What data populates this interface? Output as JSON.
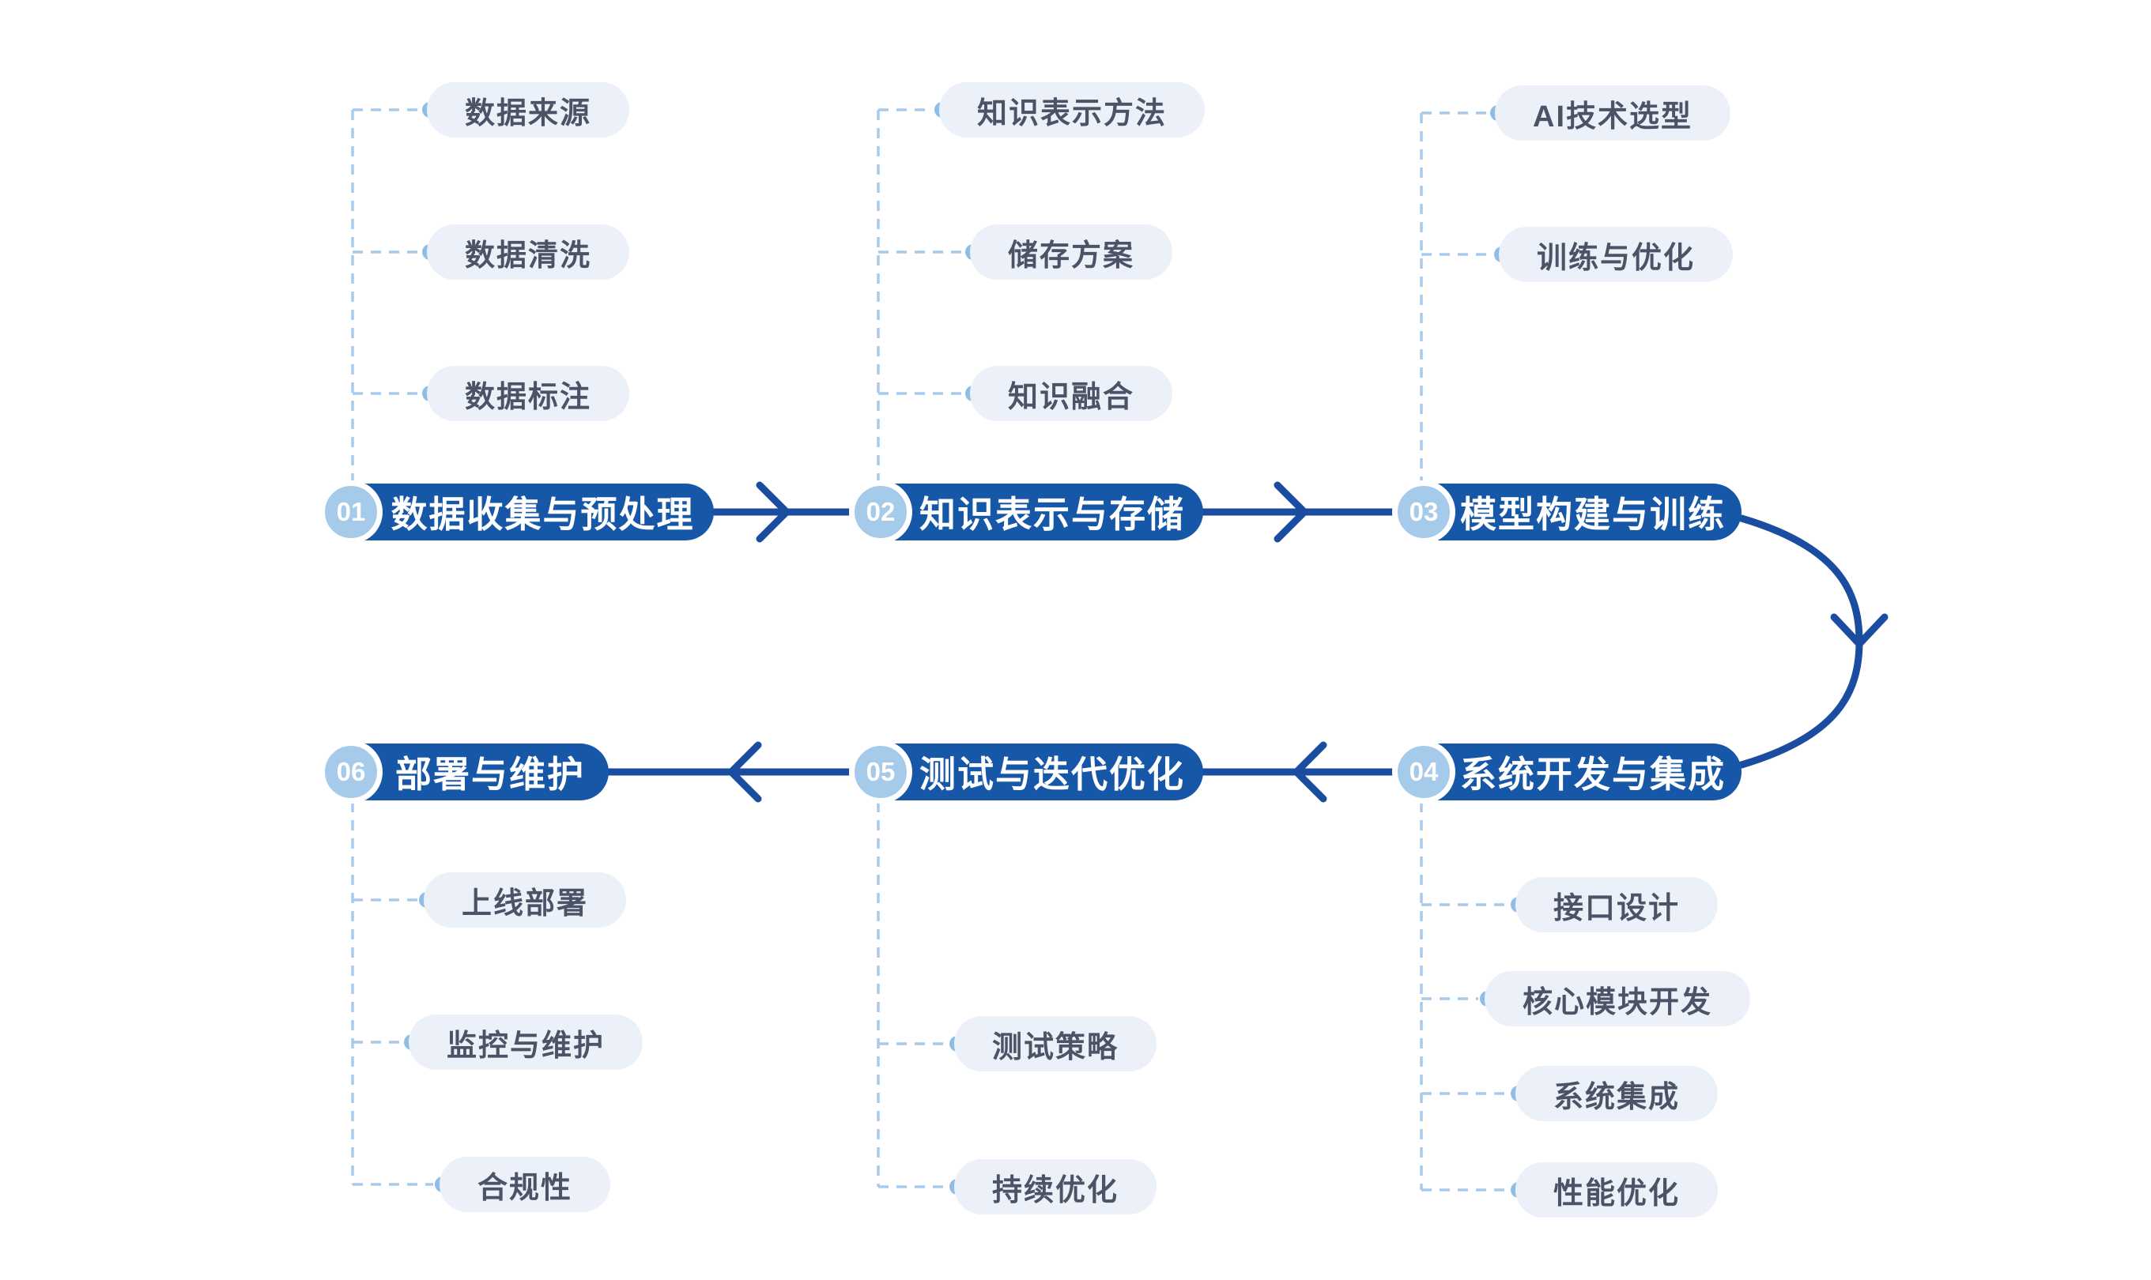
{
  "diagram": {
    "type": "process-flow",
    "stage_count": 6,
    "flow_order": [
      "01",
      "02",
      "03",
      "04",
      "05",
      "06"
    ]
  },
  "colors": {
    "stage_pill": "#1757A8",
    "stage_badge": "#A6CBEA",
    "arrow": "#1A4C9F",
    "substep_pill_bg": "#ECF1F9",
    "substep_text": "#4B5366",
    "dashed_line": "#A9CAE8",
    "connector_dot": "#8FBDE5",
    "background": "#FFFFFF"
  },
  "stages": [
    {
      "num": "01",
      "label": "数据收集与预处理"
    },
    {
      "num": "02",
      "label": "知识表示与存储"
    },
    {
      "num": "03",
      "label": "模型构建与训练"
    },
    {
      "num": "04",
      "label": "系统开发与集成"
    },
    {
      "num": "05",
      "label": "测试与迭代优化"
    },
    {
      "num": "06",
      "label": "部署与维护"
    }
  ],
  "substeps": {
    "s1": [
      "数据来源",
      "数据清洗",
      "数据标注"
    ],
    "s2": [
      "知识表示方法",
      "储存方案",
      "知识融合"
    ],
    "s3": [
      "AI技术选型",
      "训练与优化"
    ],
    "s4": [
      "接口设计",
      "核心模块开发",
      "系统集成",
      "性能优化"
    ],
    "s5": [
      "测试策略",
      "持续优化"
    ],
    "s6": [
      "上线部署",
      "监控与维护",
      "合规性"
    ]
  }
}
